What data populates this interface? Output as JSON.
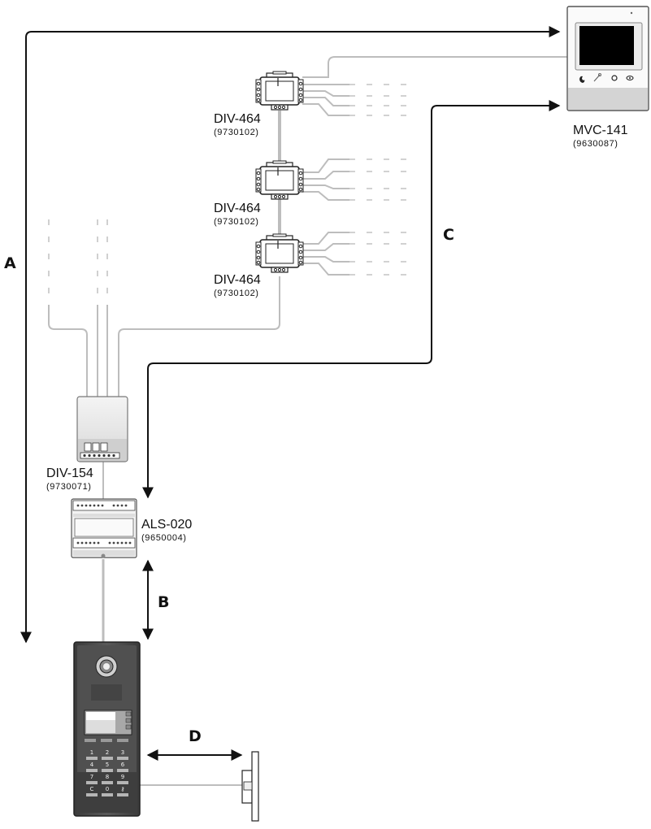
{
  "devices": {
    "monitor": {
      "model": "MVC-141",
      "code": "(9630087)"
    },
    "distributor_1": {
      "model": "DIV-464",
      "code": "(9730102)"
    },
    "distributor_2": {
      "model": "DIV-464",
      "code": "(9730102)"
    },
    "distributor_3": {
      "model": "DIV-464",
      "code": "(9730102)"
    },
    "power_supply": {
      "model": "DIV-154",
      "code": "(9730071)"
    },
    "audio_video": {
      "model": "ALS-020",
      "code": "(9650004)"
    }
  },
  "distances": {
    "a": "A",
    "b": "B",
    "c": "C",
    "d": "D"
  },
  "keypad": {
    "keys": [
      "1",
      "2",
      "3",
      "4",
      "5",
      "6",
      "7",
      "8",
      "9",
      "C",
      "0",
      "⚷"
    ]
  },
  "colors": {
    "cable": "#bdbdbd",
    "panel_body": "#4a4a4a",
    "arrow": "#111111"
  },
  "icons": {
    "monitor_buttons": [
      "handset-icon",
      "key-icon",
      "circle-icon",
      "eye-icon"
    ]
  }
}
